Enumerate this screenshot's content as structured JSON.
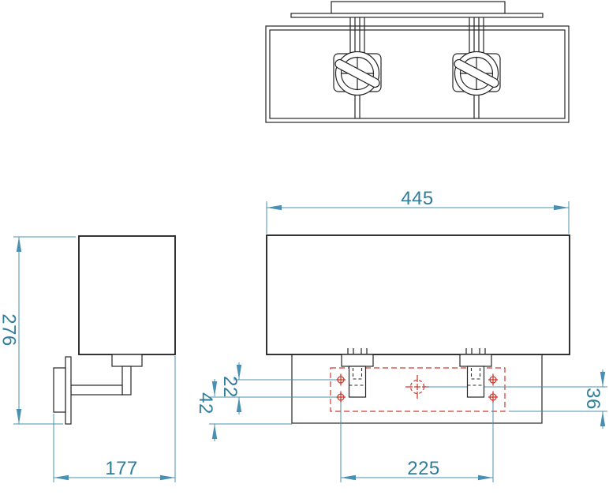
{
  "drawing": {
    "type": "technical-drawing",
    "colors": {
      "outline": "#242424",
      "dimension_line": "#4a90b2",
      "dimension_text": "#2f7d9c",
      "mounting_highlight": "#cf3a2e",
      "background": "#ffffff"
    },
    "dimensions": {
      "shade_width": "445",
      "fixture_height": "276",
      "fixture_depth": "177",
      "hole_vertical_spacing": "22",
      "hole_to_plate_bottom": "42",
      "center_to_bracket_bottom": "36",
      "hole_horizontal_spacing": "225"
    }
  }
}
